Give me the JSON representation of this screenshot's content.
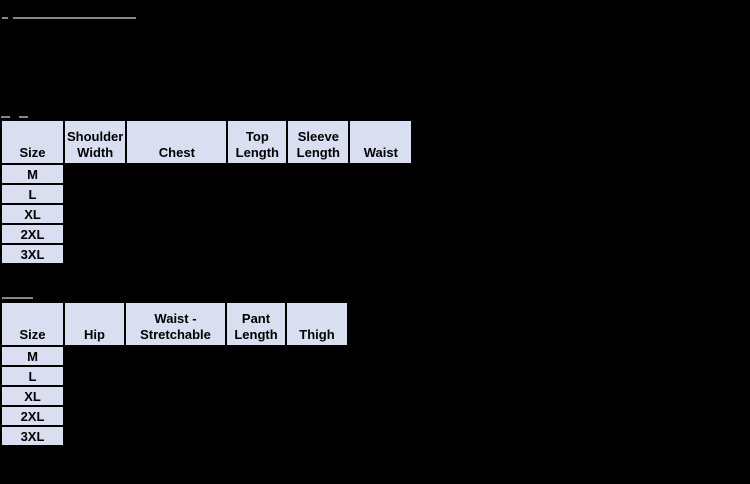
{
  "page": {
    "background": "#000000"
  },
  "colors": {
    "cell_fill": "#D9DEF0",
    "cell_text": "#000000",
    "underline_marks": "#878787",
    "table_borders": "#000000"
  },
  "size_chart_top": {
    "columns": [
      "Size",
      "Shoulder Width",
      "Chest",
      "Top Length",
      "Sleeve Length",
      "Waist"
    ],
    "sizes": [
      "M",
      "L",
      "XL",
      "2XL",
      "3XL"
    ],
    "measurement_values_visible": false
  },
  "size_chart_bottom": {
    "columns": [
      "Size",
      "Hip",
      "Waist - Stretchable",
      "Pant Length",
      "Thigh"
    ],
    "sizes": [
      "M",
      "L",
      "XL",
      "2XL",
      "3XL"
    ],
    "measurement_values_visible": false
  }
}
